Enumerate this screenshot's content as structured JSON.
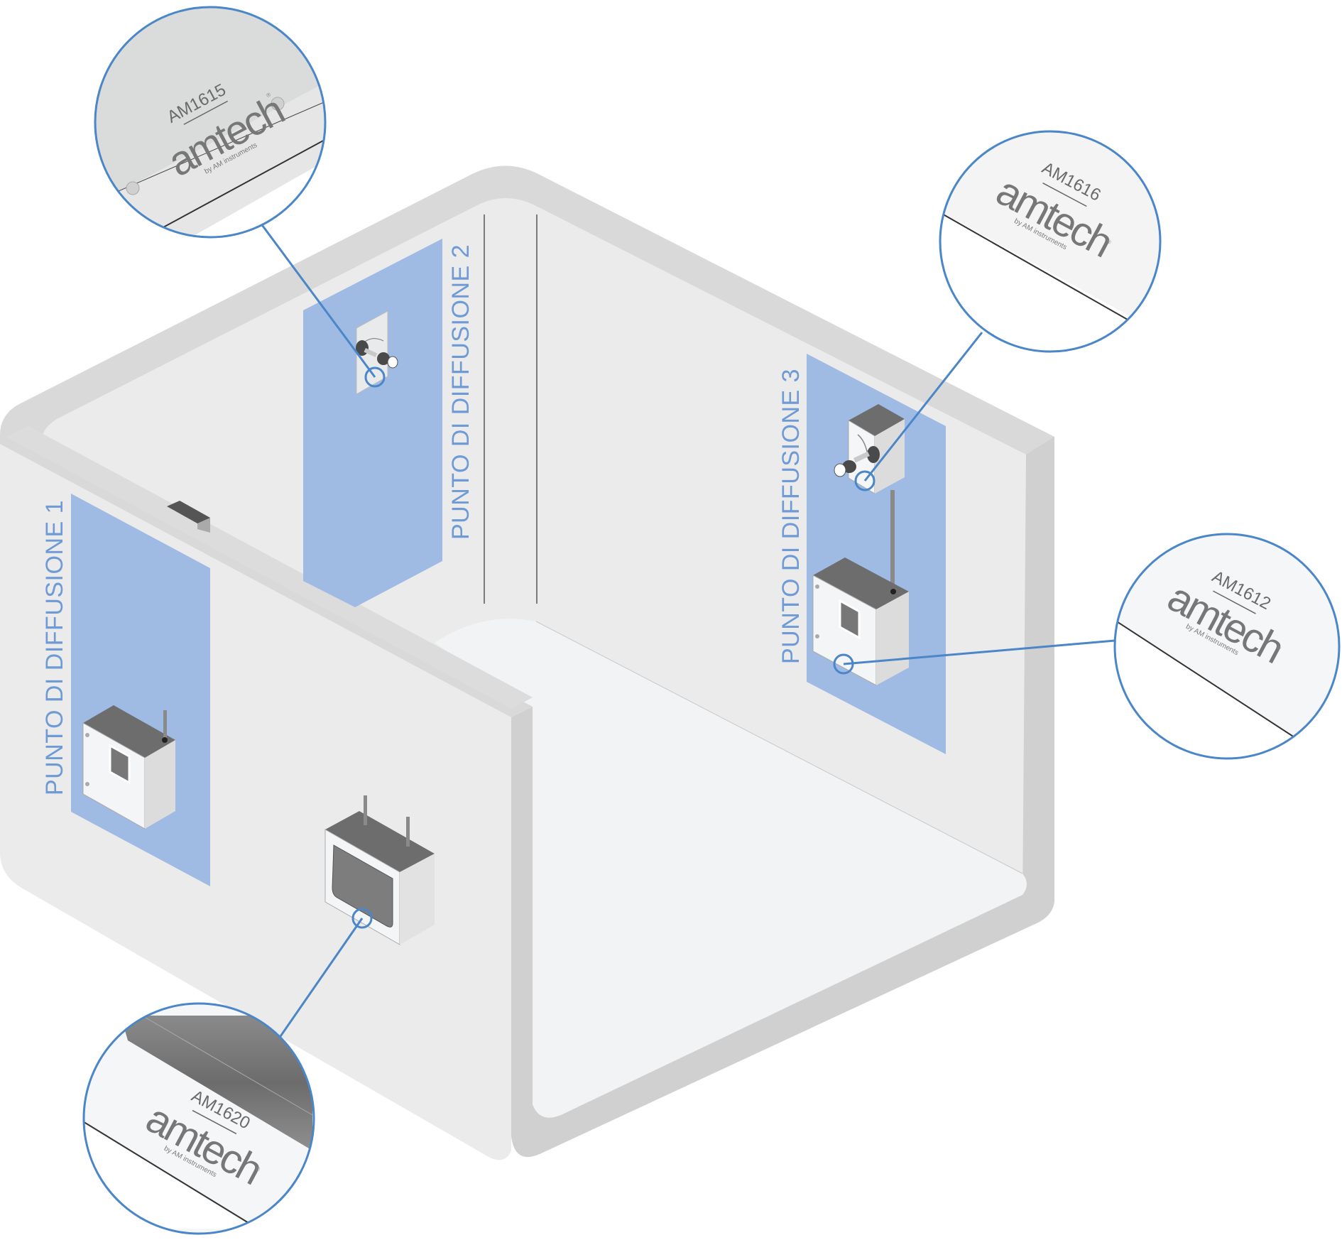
{
  "diagram": {
    "subject": "Room with gas diffusion points and labelled amtech devices",
    "colors": {
      "wall_face": "#ebebeb",
      "wall_thickness": "#d9d9d9",
      "floor": "#f2f3f5",
      "zone_highlight": "#a0bbe3",
      "zone_label": "#6e9ad6",
      "callout": "#4a86c8"
    },
    "zones": [
      {
        "label": "PUNTO DI DIFFUSIONE 1"
      },
      {
        "label": "PUNTO DI DIFFUSIONE 2"
      },
      {
        "label": "PUNTO DI DIFFUSIONE 3"
      }
    ],
    "callouts": [
      {
        "model": "AM1615",
        "brand": "amtech",
        "tagline": "by AM instruments",
        "registered": "®"
      },
      {
        "model": "AM1616",
        "brand": "amtech",
        "tagline": "by AM instruments",
        "registered": "®"
      },
      {
        "model": "AM1612",
        "brand": "amtech",
        "tagline": "by AM instruments",
        "registered": "®"
      },
      {
        "model": "AM1620",
        "brand": "amtech",
        "tagline": "by AM instruments",
        "registered": "®"
      }
    ]
  }
}
